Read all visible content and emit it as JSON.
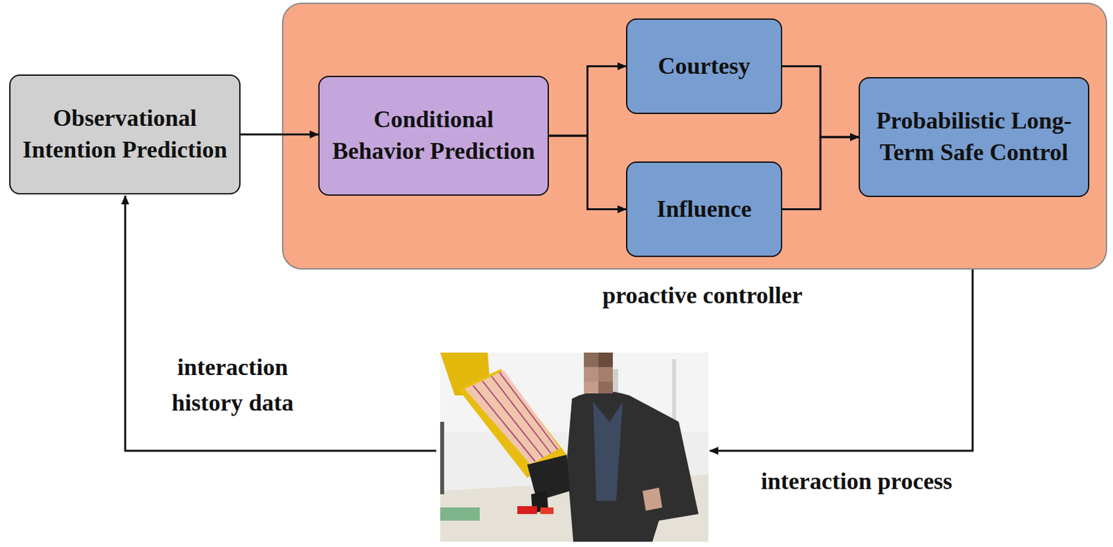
{
  "diagram": {
    "nodes": [
      {
        "text": [
          "Observational Intention Prediction"
        ]
      },
      {
        "text": [
          "proactive controller"
        ]
      },
      {
        "text": [
          "Conditional Behavior Prediction"
        ],
        "in": 1
      },
      {
        "text": [
          "Courtesy"
        ],
        "in": 1
      },
      {
        "text": [
          "Influence"
        ],
        "in": 1
      },
      {
        "text": [
          "Probabilistic Long-Term Safe Control"
        ],
        "in": 1
      }
    ],
    "edges": [
      {
        "from": 0,
        "to": 2,
        "arrow": "to"
      },
      {
        "from": 2,
        "to": 3,
        "arrow": "to"
      },
      {
        "from": 2,
        "to": 4,
        "arrow": "to"
      },
      {
        "from": 3,
        "to": 5,
        "arrow": "to"
      },
      {
        "from": 4,
        "to": 5,
        "arrow": "to"
      }
    ],
    "labels": [
      "interaction history data",
      "interaction process"
    ]
  }
}
